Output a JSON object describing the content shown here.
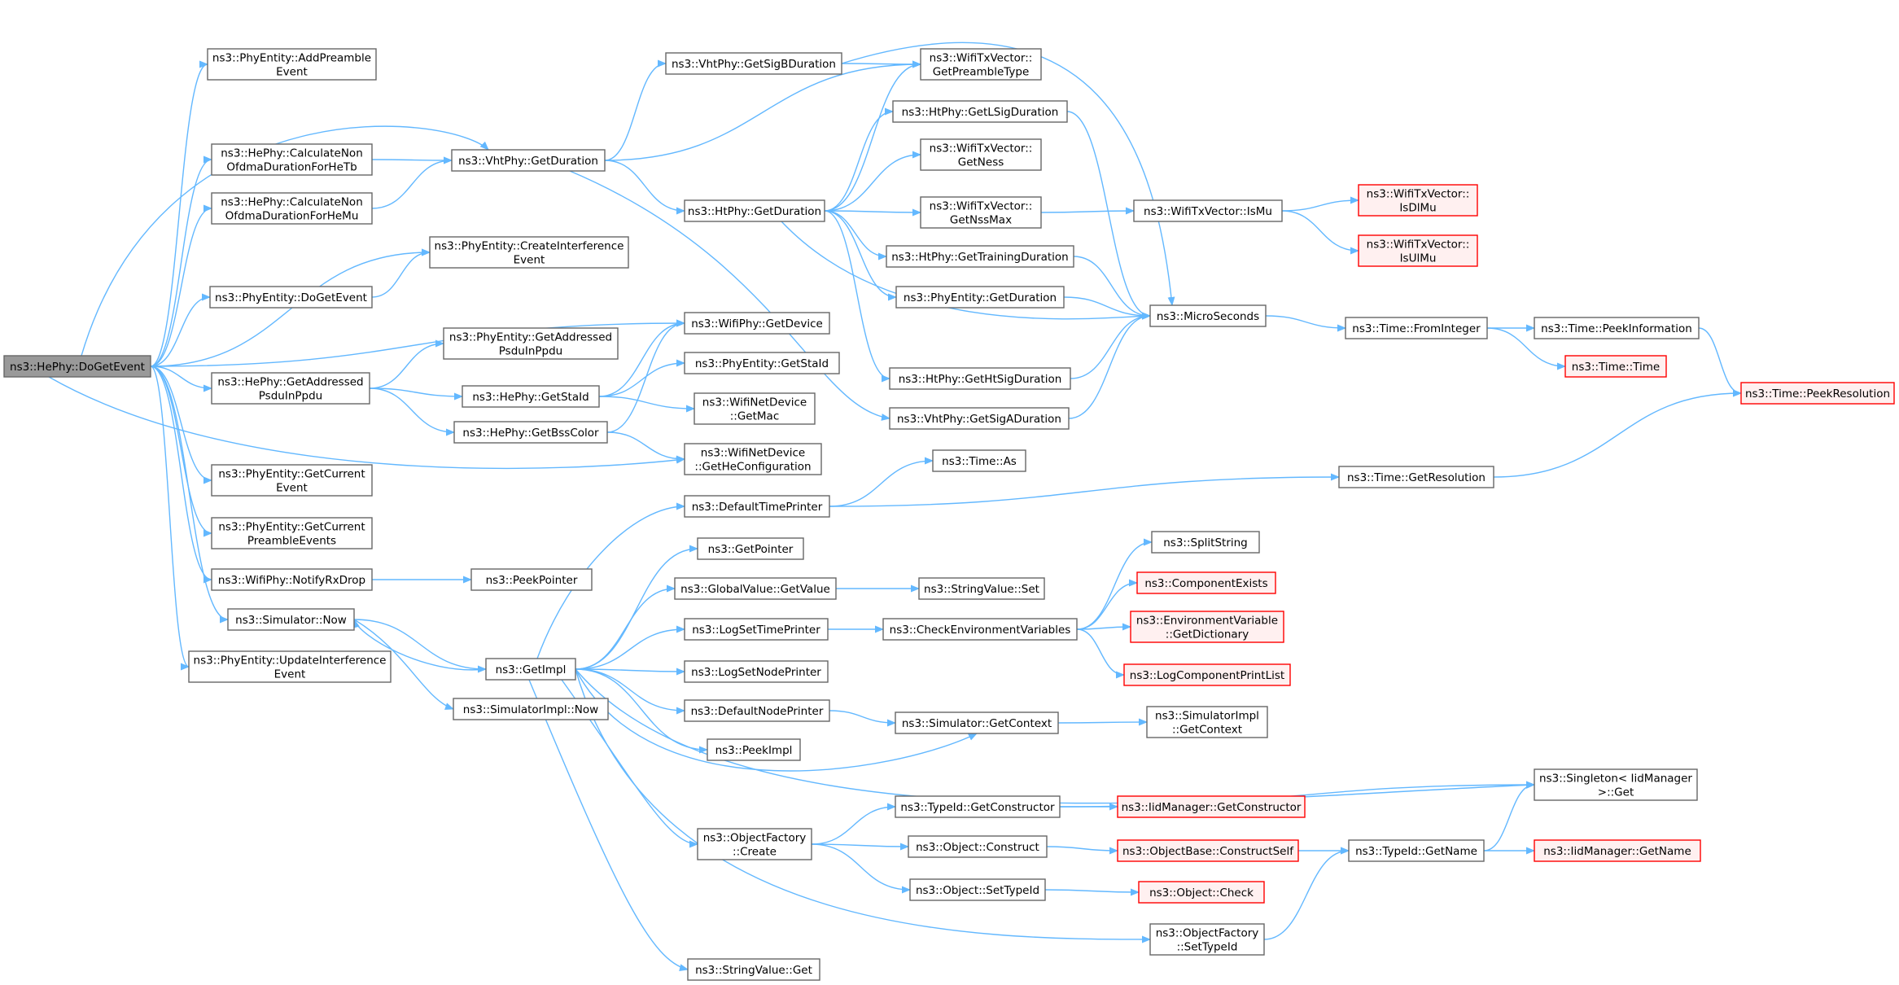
{
  "colors": {
    "edge": "#63b8ff",
    "root_fill": "#999999",
    "normal_border": "#666666",
    "normal_fill": "#ffffff",
    "truncated_border": "#ff0000",
    "truncated_fill": "#fff0f0",
    "text": "#000000"
  },
  "nodes": [
    {
      "id": "root",
      "lines": [
        "ns3::HePhy::DoGetEvent"
      ],
      "style": "root"
    },
    {
      "id": "addPreamble",
      "lines": [
        "ns3::PhyEntity::AddPreamble",
        "Event"
      ],
      "style": "normal"
    },
    {
      "id": "calcTb",
      "lines": [
        "ns3::HePhy::CalculateNon",
        "OfdmaDurationForHeTb"
      ],
      "style": "normal"
    },
    {
      "id": "calcMu",
      "lines": [
        "ns3::HePhy::CalculateNon",
        "OfdmaDurationForHeMu"
      ],
      "style": "normal"
    },
    {
      "id": "doGetEventPE",
      "lines": [
        "ns3::PhyEntity::DoGetEvent"
      ],
      "style": "normal"
    },
    {
      "id": "getAddressedHe",
      "lines": [
        "ns3::HePhy::GetAddressed",
        "PsduInPpdu"
      ],
      "style": "normal"
    },
    {
      "id": "getCurrentEvent",
      "lines": [
        "ns3::PhyEntity::GetCurrent",
        "Event"
      ],
      "style": "normal"
    },
    {
      "id": "getCurrentPreamble",
      "lines": [
        "ns3::PhyEntity::GetCurrent",
        "PreambleEvents"
      ],
      "style": "normal"
    },
    {
      "id": "notifyRxDrop",
      "lines": [
        "ns3::WifiPhy::NotifyRxDrop"
      ],
      "style": "normal"
    },
    {
      "id": "simNow",
      "lines": [
        "ns3::Simulator::Now"
      ],
      "style": "normal"
    },
    {
      "id": "updateInterference",
      "lines": [
        "ns3::PhyEntity::UpdateInterference",
        "Event"
      ],
      "style": "normal"
    },
    {
      "id": "vhtGetDuration",
      "lines": [
        "ns3::VhtPhy::GetDuration"
      ],
      "style": "normal"
    },
    {
      "id": "createInterference",
      "lines": [
        "ns3::PhyEntity::CreateInterference",
        "Event"
      ],
      "style": "normal"
    },
    {
      "id": "getAddressedPE",
      "lines": [
        "ns3::PhyEntity::GetAddressed",
        "PsduInPpdu"
      ],
      "style": "normal"
    },
    {
      "id": "heGetStaId",
      "lines": [
        "ns3::HePhy::GetStaId"
      ],
      "style": "normal"
    },
    {
      "id": "heGetBssColor",
      "lines": [
        "ns3::HePhy::GetBssColor"
      ],
      "style": "normal"
    },
    {
      "id": "peekPointer",
      "lines": [
        "ns3::PeekPointer"
      ],
      "style": "normal"
    },
    {
      "id": "getImpl",
      "lines": [
        "ns3::GetImpl"
      ],
      "style": "normal"
    },
    {
      "id": "simImplNow",
      "lines": [
        "ns3::SimulatorImpl::Now"
      ],
      "style": "normal"
    },
    {
      "id": "vhtGetSigB",
      "lines": [
        "ns3::VhtPhy::GetSigBDuration"
      ],
      "style": "normal"
    },
    {
      "id": "htGetDuration",
      "lines": [
        "ns3::HtPhy::GetDuration"
      ],
      "style": "normal"
    },
    {
      "id": "wifiPhyGetDevice",
      "lines": [
        "ns3::WifiPhy::GetDevice"
      ],
      "style": "normal"
    },
    {
      "id": "peGetStaId",
      "lines": [
        "ns3::PhyEntity::GetStaId"
      ],
      "style": "normal"
    },
    {
      "id": "getMac",
      "lines": [
        "ns3::WifiNetDevice",
        "::GetMac"
      ],
      "style": "normal"
    },
    {
      "id": "getHeConfig",
      "lines": [
        "ns3::WifiNetDevice",
        "::GetHeConfiguration"
      ],
      "style": "normal"
    },
    {
      "id": "defaultTimePrinter",
      "lines": [
        "ns3::DefaultTimePrinter"
      ],
      "style": "normal"
    },
    {
      "id": "getPointer",
      "lines": [
        "ns3::GetPointer"
      ],
      "style": "normal"
    },
    {
      "id": "globalGetValue",
      "lines": [
        "ns3::GlobalValue::GetValue"
      ],
      "style": "normal"
    },
    {
      "id": "logSetTimePrinter",
      "lines": [
        "ns3::LogSetTimePrinter"
      ],
      "style": "normal"
    },
    {
      "id": "logSetNodePrinter",
      "lines": [
        "ns3::LogSetNodePrinter"
      ],
      "style": "normal"
    },
    {
      "id": "defaultNodePrinter",
      "lines": [
        "ns3::DefaultNodePrinter"
      ],
      "style": "normal"
    },
    {
      "id": "peekImpl",
      "lines": [
        "ns3::PeekImpl"
      ],
      "style": "normal"
    },
    {
      "id": "objFactoryCreate",
      "lines": [
        "ns3::ObjectFactory",
        "::Create"
      ],
      "style": "normal"
    },
    {
      "id": "stringValueGet",
      "lines": [
        "ns3::StringValue::Get"
      ],
      "style": "normal"
    },
    {
      "id": "getPreambleType",
      "lines": [
        "ns3::WifiTxVector::",
        "GetPreambleType"
      ],
      "style": "normal"
    },
    {
      "id": "getLSig",
      "lines": [
        "ns3::HtPhy::GetLSigDuration"
      ],
      "style": "normal"
    },
    {
      "id": "getNess",
      "lines": [
        "ns3::WifiTxVector::",
        "GetNess"
      ],
      "style": "normal"
    },
    {
      "id": "getNssMax",
      "lines": [
        "ns3::WifiTxVector::",
        "GetNssMax"
      ],
      "style": "normal"
    },
    {
      "id": "getTraining",
      "lines": [
        "ns3::HtPhy::GetTrainingDuration"
      ],
      "style": "normal"
    },
    {
      "id": "peGetDuration",
      "lines": [
        "ns3::PhyEntity::GetDuration"
      ],
      "style": "normal"
    },
    {
      "id": "getHtSig",
      "lines": [
        "ns3::HtPhy::GetHtSigDuration"
      ],
      "style": "normal"
    },
    {
      "id": "getSigA",
      "lines": [
        "ns3::VhtPhy::GetSigADuration"
      ],
      "style": "normal"
    },
    {
      "id": "timeAs",
      "lines": [
        "ns3::Time::As"
      ],
      "style": "normal"
    },
    {
      "id": "stringValueSet",
      "lines": [
        "ns3::StringValue::Set"
      ],
      "style": "normal"
    },
    {
      "id": "checkEnv",
      "lines": [
        "ns3::CheckEnvironmentVariables"
      ],
      "style": "normal"
    },
    {
      "id": "simGetContext",
      "lines": [
        "ns3::Simulator::GetContext"
      ],
      "style": "normal"
    },
    {
      "id": "typeIdGetConstructor",
      "lines": [
        "ns3::TypeId::GetConstructor"
      ],
      "style": "normal"
    },
    {
      "id": "objConstruct",
      "lines": [
        "ns3::Object::Construct"
      ],
      "style": "normal"
    },
    {
      "id": "objSetTypeId",
      "lines": [
        "ns3::Object::SetTypeId"
      ],
      "style": "normal"
    },
    {
      "id": "isMu",
      "lines": [
        "ns3::WifiTxVector::IsMu"
      ],
      "style": "normal"
    },
    {
      "id": "microSeconds",
      "lines": [
        "ns3::MicroSeconds"
      ],
      "style": "normal"
    },
    {
      "id": "splitString",
      "lines": [
        "ns3::SplitString"
      ],
      "style": "normal"
    },
    {
      "id": "componentExists",
      "lines": [
        "ns3::ComponentExists"
      ],
      "style": "truncated"
    },
    {
      "id": "envGetDict",
      "lines": [
        "ns3::EnvironmentVariable",
        "::GetDictionary"
      ],
      "style": "truncated"
    },
    {
      "id": "logCompPrintList",
      "lines": [
        "ns3::LogComponentPrintList"
      ],
      "style": "truncated"
    },
    {
      "id": "simImplGetContext",
      "lines": [
        "ns3::SimulatorImpl",
        "::GetContext"
      ],
      "style": "normal"
    },
    {
      "id": "iidGetConstructor",
      "lines": [
        "ns3::IidManager::GetConstructor"
      ],
      "style": "truncated"
    },
    {
      "id": "constructSelf",
      "lines": [
        "ns3::ObjectBase::ConstructSelf"
      ],
      "style": "truncated"
    },
    {
      "id": "objCheck",
      "lines": [
        "ns3::Object::Check"
      ],
      "style": "truncated"
    },
    {
      "id": "objFactorySetTypeId",
      "lines": [
        "ns3::ObjectFactory",
        "::SetTypeId"
      ],
      "style": "normal"
    },
    {
      "id": "isDlMu",
      "lines": [
        "ns3::WifiTxVector::",
        "IsDlMu"
      ],
      "style": "truncated"
    },
    {
      "id": "isUlMu",
      "lines": [
        "ns3::WifiTxVector::",
        "IsUlMu"
      ],
      "style": "truncated"
    },
    {
      "id": "fromInteger",
      "lines": [
        "ns3::Time::FromInteger"
      ],
      "style": "normal"
    },
    {
      "id": "getResolution",
      "lines": [
        "ns3::Time::GetResolution"
      ],
      "style": "normal"
    },
    {
      "id": "typeIdGetName",
      "lines": [
        "ns3::TypeId::GetName"
      ],
      "style": "normal"
    },
    {
      "id": "peekInformation",
      "lines": [
        "ns3::Time::PeekInformation"
      ],
      "style": "normal"
    },
    {
      "id": "timeTime",
      "lines": [
        "ns3::Time::Time"
      ],
      "style": "truncated"
    },
    {
      "id": "singletonGet",
      "lines": [
        "ns3::Singleton< IidManager",
        " >::Get"
      ],
      "style": "normal"
    },
    {
      "id": "iidGetName",
      "lines": [
        "ns3::IidManager::GetName"
      ],
      "style": "truncated"
    },
    {
      "id": "peekResolution",
      "lines": [
        "ns3::Time::PeekResolution"
      ],
      "style": "truncated"
    }
  ],
  "edges": [
    [
      "root",
      "addPreamble"
    ],
    [
      "root",
      "calcTb"
    ],
    [
      "root",
      "calcMu"
    ],
    [
      "root",
      "doGetEventPE"
    ],
    [
      "root",
      "getAddressedHe"
    ],
    [
      "root",
      "getCurrentEvent"
    ],
    [
      "root",
      "getCurrentPreamble"
    ],
    [
      "root",
      "notifyRxDrop"
    ],
    [
      "root",
      "simNow"
    ],
    [
      "root",
      "updateInterference"
    ],
    [
      "root",
      "vhtGetDuration"
    ],
    [
      "root",
      "createInterference"
    ],
    [
      "root",
      "wifiPhyGetDevice"
    ],
    [
      "root",
      "getHeConfig"
    ],
    [
      "calcTb",
      "vhtGetDuration"
    ],
    [
      "calcMu",
      "vhtGetDuration"
    ],
    [
      "doGetEventPE",
      "createInterference"
    ],
    [
      "getAddressedHe",
      "getAddressedPE"
    ],
    [
      "getAddressedHe",
      "heGetStaId"
    ],
    [
      "getAddressedHe",
      "heGetBssColor"
    ],
    [
      "notifyRxDrop",
      "peekPointer"
    ],
    [
      "simNow",
      "getImpl"
    ],
    [
      "simNow",
      "simImplNow"
    ],
    [
      "vhtGetDuration",
      "vhtGetSigB"
    ],
    [
      "vhtGetDuration",
      "getPreambleType"
    ],
    [
      "vhtGetDuration",
      "htGetDuration"
    ],
    [
      "vhtGetDuration",
      "getSigA"
    ],
    [
      "heGetStaId",
      "wifiPhyGetDevice"
    ],
    [
      "heGetStaId",
      "peGetStaId"
    ],
    [
      "heGetStaId",
      "getMac"
    ],
    [
      "heGetBssColor",
      "wifiPhyGetDevice"
    ],
    [
      "heGetBssColor",
      "getHeConfig"
    ],
    [
      "getImpl",
      "simNow"
    ],
    [
      "getImpl",
      "defaultTimePrinter"
    ],
    [
      "getImpl",
      "getPointer"
    ],
    [
      "getImpl",
      "globalGetValue"
    ],
    [
      "getImpl",
      "logSetTimePrinter"
    ],
    [
      "getImpl",
      "logSetNodePrinter"
    ],
    [
      "getImpl",
      "defaultNodePrinter"
    ],
    [
      "getImpl",
      "peekImpl"
    ],
    [
      "getImpl",
      "objFactoryCreate"
    ],
    [
      "getImpl",
      "stringValueGet"
    ],
    [
      "getImpl",
      "simGetContext"
    ],
    [
      "getImpl",
      "singletonGet"
    ],
    [
      "getImpl",
      "objFactorySetTypeId"
    ],
    [
      "vhtGetSigB",
      "getPreambleType"
    ],
    [
      "vhtGetSigB",
      "microSeconds"
    ],
    [
      "htGetDuration",
      "getPreambleType"
    ],
    [
      "htGetDuration",
      "getLSig"
    ],
    [
      "htGetDuration",
      "getNess"
    ],
    [
      "htGetDuration",
      "getNssMax"
    ],
    [
      "htGetDuration",
      "getTraining"
    ],
    [
      "htGetDuration",
      "peGetDuration"
    ],
    [
      "htGetDuration",
      "getHtSig"
    ],
    [
      "htGetDuration",
      "microSeconds"
    ],
    [
      "defaultTimePrinter",
      "timeAs"
    ],
    [
      "defaultTimePrinter",
      "getResolution"
    ],
    [
      "globalGetValue",
      "stringValueSet"
    ],
    [
      "logSetTimePrinter",
      "checkEnv"
    ],
    [
      "defaultNodePrinter",
      "simGetContext"
    ],
    [
      "objFactoryCreate",
      "typeIdGetConstructor"
    ],
    [
      "objFactoryCreate",
      "objConstruct"
    ],
    [
      "objFactoryCreate",
      "objSetTypeId"
    ],
    [
      "getLSig",
      "microSeconds"
    ],
    [
      "getNssMax",
      "isMu"
    ],
    [
      "getTraining",
      "microSeconds"
    ],
    [
      "peGetDuration",
      "microSeconds"
    ],
    [
      "getHtSig",
      "microSeconds"
    ],
    [
      "getSigA",
      "microSeconds"
    ],
    [
      "checkEnv",
      "splitString"
    ],
    [
      "checkEnv",
      "componentExists"
    ],
    [
      "checkEnv",
      "envGetDict"
    ],
    [
      "checkEnv",
      "logCompPrintList"
    ],
    [
      "simGetContext",
      "simImplGetContext"
    ],
    [
      "typeIdGetConstructor",
      "singletonGet"
    ],
    [
      "typeIdGetConstructor",
      "iidGetConstructor"
    ],
    [
      "objConstruct",
      "constructSelf"
    ],
    [
      "objSetTypeId",
      "objCheck"
    ],
    [
      "isMu",
      "isDlMu"
    ],
    [
      "isMu",
      "isUlMu"
    ],
    [
      "microSeconds",
      "fromInteger"
    ],
    [
      "constructSelf",
      "typeIdGetName"
    ],
    [
      "objFactorySetTypeId",
      "typeIdGetName"
    ],
    [
      "fromInteger",
      "peekInformation"
    ],
    [
      "fromInteger",
      "timeTime"
    ],
    [
      "getResolution",
      "peekResolution"
    ],
    [
      "typeIdGetName",
      "singletonGet"
    ],
    [
      "typeIdGetName",
      "iidGetName"
    ],
    [
      "peekInformation",
      "peekResolution"
    ]
  ]
}
